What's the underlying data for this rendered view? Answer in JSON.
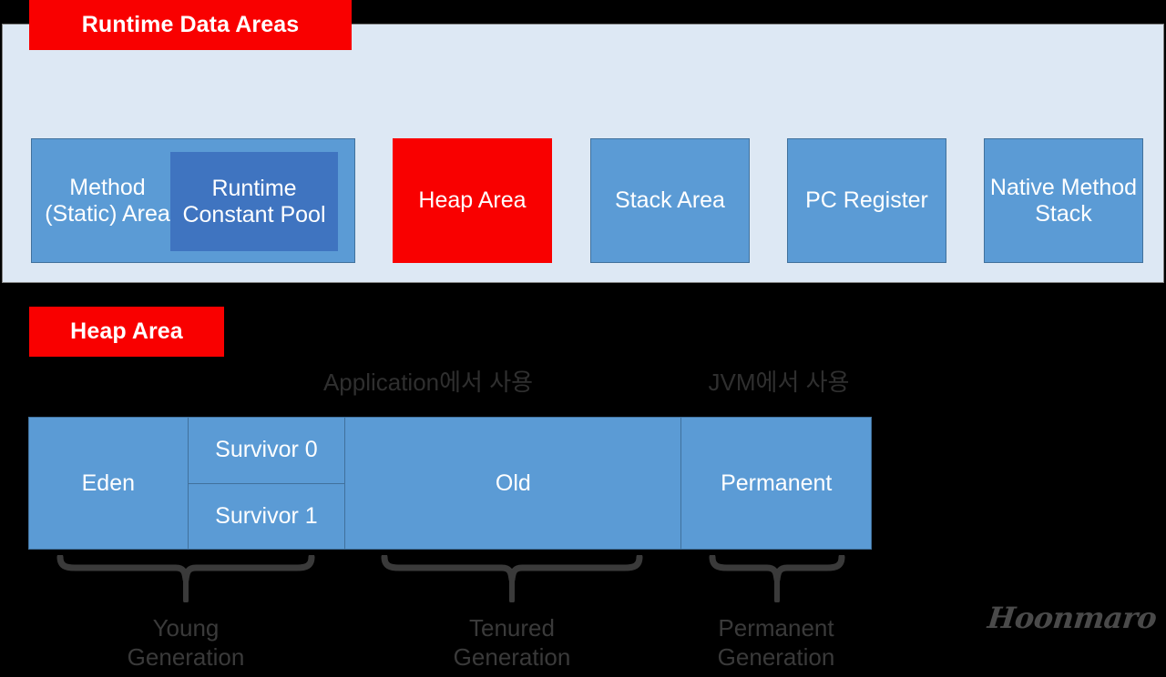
{
  "colors": {
    "background": "#000000",
    "panel_fill": "#dde8f4",
    "accent_red": "#f90000",
    "box_blue": "#5b9bd5",
    "box_blue_dark": "#3f74c0",
    "box_border": "#41719c",
    "caption_grey": "#2f2f2f"
  },
  "runtime_section": {
    "tag_label": "Runtime Data Areas",
    "boxes": [
      {
        "id": "method-area",
        "label": "Method\n(Static)\nArea",
        "style": "blue"
      },
      {
        "id": "runtime-constant-pool",
        "label": "Runtime\nConstant\nPool",
        "style": "blue-dark"
      },
      {
        "id": "heap-area",
        "label": "Heap\nArea",
        "style": "red"
      },
      {
        "id": "stack-area",
        "label": "Stack\nArea",
        "style": "blue"
      },
      {
        "id": "pc-register",
        "label": "PC\nRegister",
        "style": "blue"
      },
      {
        "id": "native-method-stack",
        "label": "Native\nMethod\nStack",
        "style": "blue"
      }
    ]
  },
  "heap_section": {
    "tag_label": "Heap Area",
    "usage_captions": [
      {
        "id": "application",
        "label": "Application에서 사용"
      },
      {
        "id": "jvm",
        "label": "JVM에서 사용"
      }
    ],
    "cells": [
      {
        "id": "eden",
        "label": "Eden"
      },
      {
        "id": "survivor0",
        "label": "Survivor 0"
      },
      {
        "id": "survivor1",
        "label": "Survivor 1"
      },
      {
        "id": "old",
        "label": "Old"
      },
      {
        "id": "permanent",
        "label": "Permanent"
      }
    ],
    "generations": [
      {
        "id": "young",
        "label": "Young\nGeneration"
      },
      {
        "id": "tenured",
        "label": "Tenured\nGeneration"
      },
      {
        "id": "permanent",
        "label": "Permanent\nGeneration"
      }
    ]
  },
  "signature": {
    "text": "Hoonmaro"
  }
}
